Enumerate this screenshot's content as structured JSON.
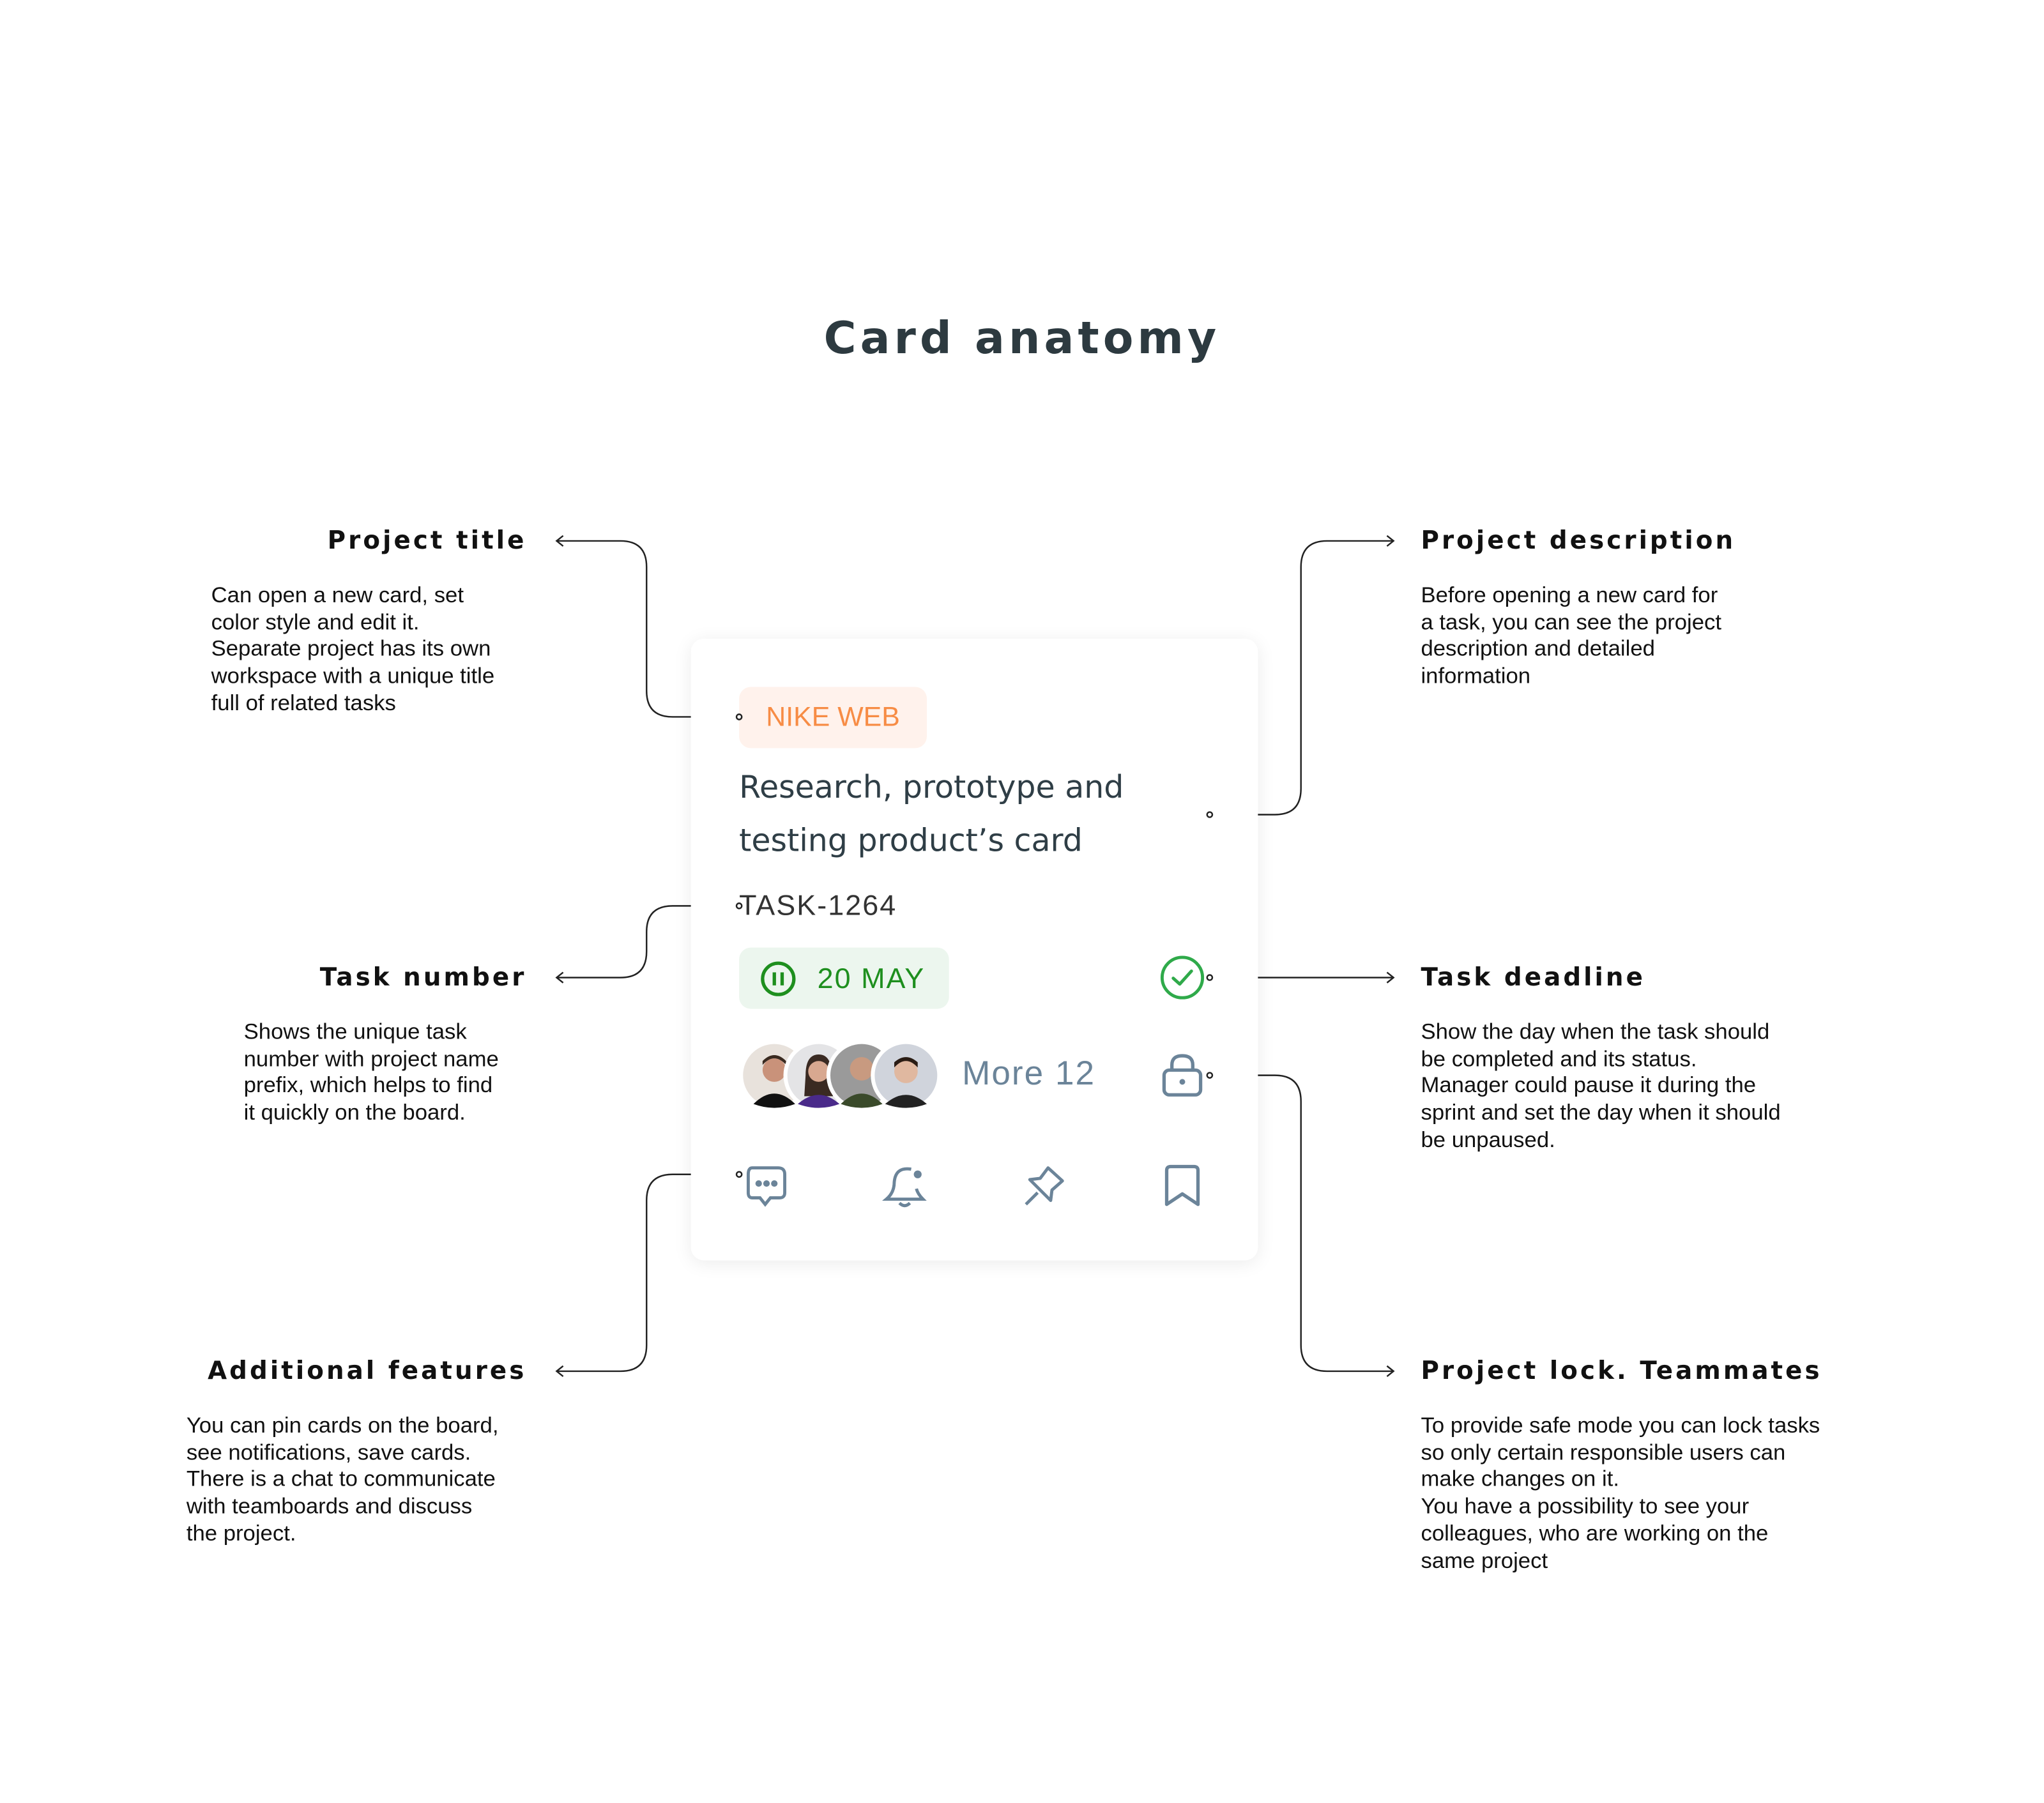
{
  "title": "Card anatomy",
  "annotations": {
    "project_title": {
      "label": "Project title",
      "text": "Can open a new card, set\ncolor style and edit it.\nSeparate project has its own\nworkspace with a unique title\nfull of related tasks"
    },
    "task_number": {
      "label": "Task number",
      "text": "Shows the unique task\nnumber with project name\nprefix, which helps to find\nit quickly on the board."
    },
    "additional_features": {
      "label": "Additional features",
      "text": "You can pin cards on the board,\nsee notifications, save cards.\nThere is a chat to communicate\nwith teamboards and discuss\nthe project."
    },
    "project_description": {
      "label": "Project description",
      "text": "Before opening a new card for\na task,  you can see the project\ndescription and detailed\ninformation"
    },
    "task_deadline": {
      "label": "Task deadline",
      "text": "Show the day when the task should\nbe completed and its status.\nManager could pause it during the\nsprint and set the day when it should\nbe unpaused."
    },
    "project_lock": {
      "label": "Project lock. Teammates",
      "text": "To provide safe mode you can lock tasks\nso only certain responsible users can\nmake changes on it.\nYou have a possibility to see your\ncolleagues, who are working on the\nsame project"
    }
  },
  "card": {
    "project_tag": "NIKE WEB",
    "heading_line1": "Research, prototype and",
    "heading_line2": "testing product’s card",
    "task_number": "TASK-1264",
    "deadline": "20 MAY",
    "more_members": "More 12",
    "icons": [
      "pause-icon",
      "check-circle-icon",
      "lock-icon",
      "chat-icon",
      "bell-icon",
      "pin-icon",
      "bookmark-icon"
    ]
  },
  "colors": {
    "tag_text": "#f78c45",
    "tag_bg": "#fff2ec",
    "deadline_text": "#1e8f1e",
    "deadline_bg": "#ecf6ee",
    "check": "#2faa4a",
    "icon": "#6b8499",
    "heading": "#2f3e46"
  }
}
